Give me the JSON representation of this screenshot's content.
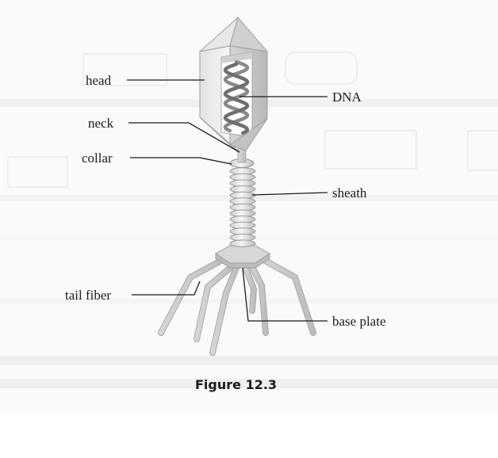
{
  "labels": {
    "head": "head",
    "neck": "neck",
    "collar": "collar",
    "tail_fiber": "tail fiber",
    "dna": "DNA",
    "sheath": "sheath",
    "base_plate": "base plate"
  },
  "caption": "Figure 12.3",
  "colors": {
    "ink": "#1a1a1a",
    "capsid_light": "#f2f2f2",
    "capsid_mid": "#d9d9d9",
    "capsid_dark": "#bdbdbd"
  }
}
